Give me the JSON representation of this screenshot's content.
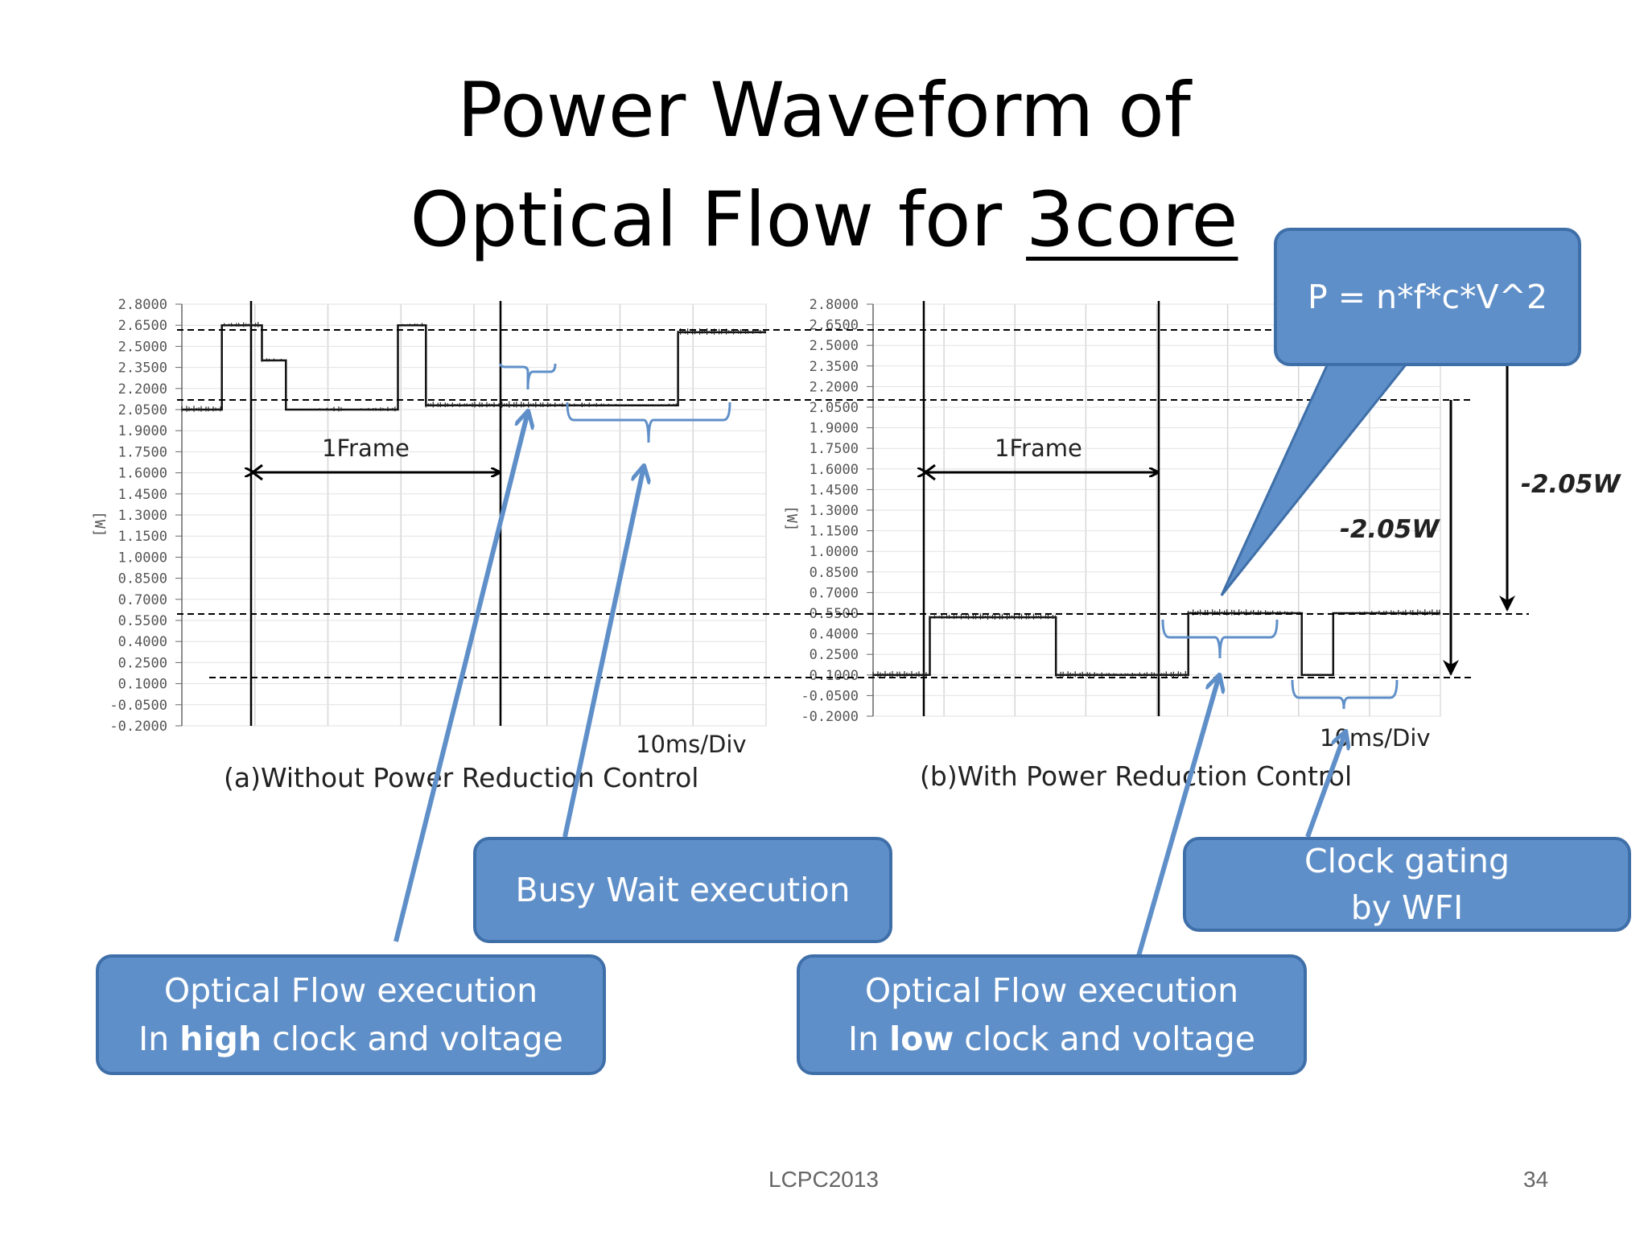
{
  "slide": {
    "title_line1": "Power Waveform of",
    "title_line2_prefix": "Optical Flow for ",
    "title_line2_underlined": "3core",
    "footer_center": "LCPC2013",
    "page_number": "34"
  },
  "callouts": {
    "formula": "P = n*f*c*V^2",
    "busy_wait": "Busy Wait execution",
    "clock_gating_line1": "Clock gating",
    "clock_gating_line2": "by WFI",
    "of_high_line1": "Optical Flow execution",
    "of_high_pre": "In ",
    "of_high_bold": "high",
    "of_high_post": " clock and voltage",
    "of_low_line1": "Optical Flow execution",
    "of_low_pre": "In ",
    "of_low_bold": "low",
    "of_low_post": " clock and voltage",
    "delta_right": "-2.05W",
    "delta_inner": "-2.05W"
  },
  "chart_data": [
    {
      "type": "line",
      "title": "(a)Without Power Reduction Control",
      "ylabel": "[W]",
      "time_scale": "10ms/Div",
      "frame_label": "1Frame",
      "ylim": [
        -0.2,
        2.8
      ],
      "yticks": [
        "2.8000",
        "2.6500",
        "2.5000",
        "2.3500",
        "2.2000",
        "2.0500",
        "1.9000",
        "1.7500",
        "1.6000",
        "1.4500",
        "1.3000",
        "1.1500",
        "1.0000",
        "0.8500",
        "0.7000",
        "0.5500",
        "0.4000",
        "0.2500",
        "0.1000",
        "-0.0500",
        "-0.2000"
      ],
      "x_divisions": 8,
      "grid": true,
      "series": [
        {
          "x": [
            0,
            0.5,
            0.5,
            1.0,
            1.0,
            1.3,
            1.3,
            1.9,
            2.0,
            2.7,
            2.7,
            3.05,
            3.05,
            3.6,
            4.0,
            5.0,
            6.2,
            6.2,
            7.3
          ],
          "values": [
            2.05,
            2.05,
            2.65,
            2.65,
            2.4,
            2.4,
            2.05,
            2.05,
            2.05,
            2.05,
            2.65,
            2.65,
            2.08,
            2.08,
            2.08,
            2.08,
            2.08,
            2.6,
            2.6
          ]
        }
      ]
    },
    {
      "type": "line",
      "title": "(b)With Power Reduction Control",
      "ylabel": "[W]",
      "time_scale": "10ms/Div",
      "frame_label": "1Frame",
      "ylim": [
        -0.2,
        2.8
      ],
      "yticks": [
        "2.8000",
        "2.6500",
        "2.5000",
        "2.3500",
        "2.2000",
        "2.0500",
        "1.9000",
        "1.7500",
        "1.6000",
        "1.4500",
        "1.3000",
        "1.1500",
        "1.0000",
        "0.8500",
        "0.7000",
        "0.5500",
        "0.4000",
        "0.2500",
        "0.1000",
        "-0.0500",
        "-0.2000"
      ],
      "x_divisions": 8,
      "grid": true,
      "series": [
        {
          "x": [
            0,
            0.9,
            0.9,
            2.9,
            2.9,
            4.0,
            5.0,
            5.0,
            6.8,
            6.8,
            7.3,
            7.3,
            9.0
          ],
          "values": [
            0.1,
            0.1,
            0.52,
            0.52,
            0.1,
            0.1,
            0.1,
            0.55,
            0.55,
            0.1,
            0.1,
            0.55,
            0.55
          ]
        }
      ]
    }
  ]
}
